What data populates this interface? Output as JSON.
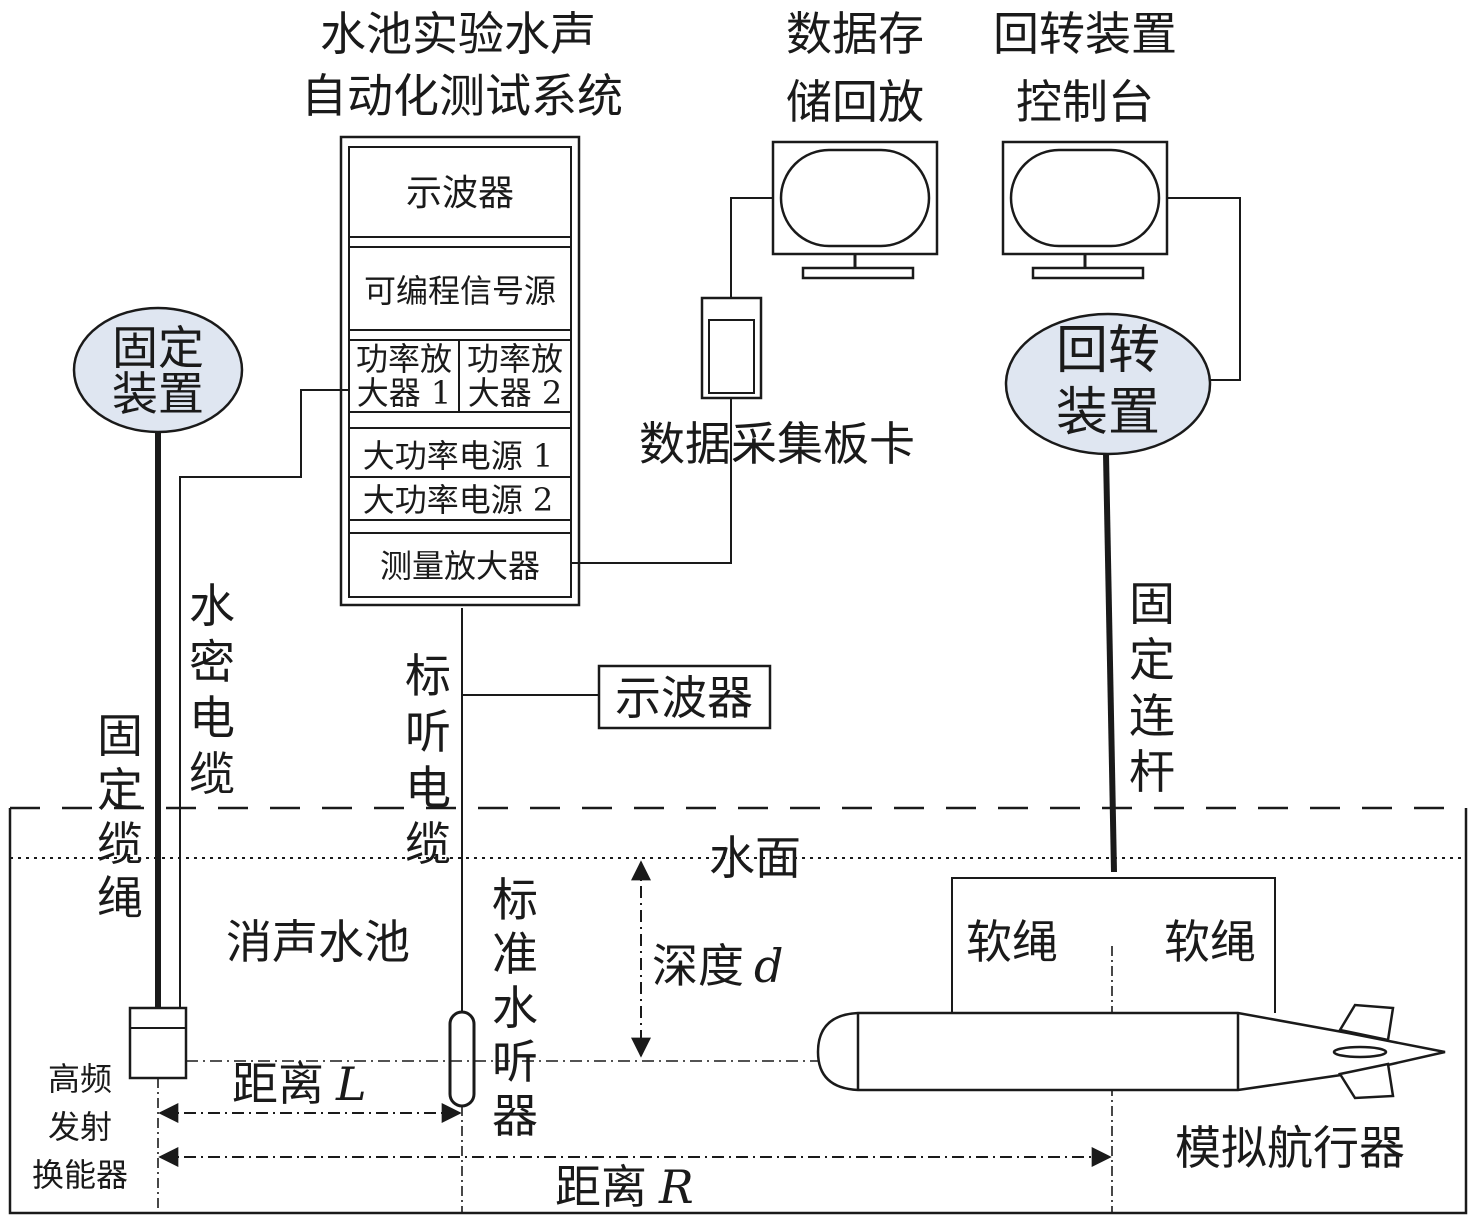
{
  "system": {
    "title_line1": "水池实验水声",
    "title_line2": "自动化测试系统",
    "oscilloscope": "示波器",
    "signal_source": "可编程信号源",
    "amp1_line1": "功率放",
    "amp1_line2": "大器 1",
    "amp2_line1": "功率放",
    "amp2_line2": "大器 2",
    "power1": "大功率电源 1",
    "power2": "大功率电源 2",
    "meas_amp": "测量放大器"
  },
  "storage": {
    "line1": "数据存",
    "line2": "储回放"
  },
  "rot_console": {
    "line1": "回转装置",
    "line2": "控制台"
  },
  "daq_card": "数据采集板卡",
  "fixture": {
    "line1": "固定",
    "line2": "装置"
  },
  "rotator": {
    "line1": "回转",
    "line2": "装置"
  },
  "labels": {
    "watertight_cable": [
      "水",
      "密",
      "电",
      "缆"
    ],
    "fixed_rope": [
      "固",
      "定",
      "缆",
      "绳"
    ],
    "calib_cable": [
      "标",
      "听",
      "电",
      "缆"
    ],
    "fixed_rod": [
      "固",
      "定",
      "连",
      "杆"
    ],
    "std_hydrophone": [
      "标",
      "准",
      "水",
      "听",
      "器"
    ],
    "oscilloscope2": "示波器",
    "water_surface": "水面",
    "anechoic_tank": "消声水池",
    "depth": "深度",
    "depth_var": "d",
    "soft_rope_left": "软绳",
    "soft_rope_right": "软绳",
    "transducer": [
      "高频",
      "发射",
      "换能器"
    ],
    "distance_L": "距离",
    "distance_L_var": "L",
    "distance_R": "距离",
    "distance_R_var": "R",
    "vehicle": "模拟航行器"
  }
}
